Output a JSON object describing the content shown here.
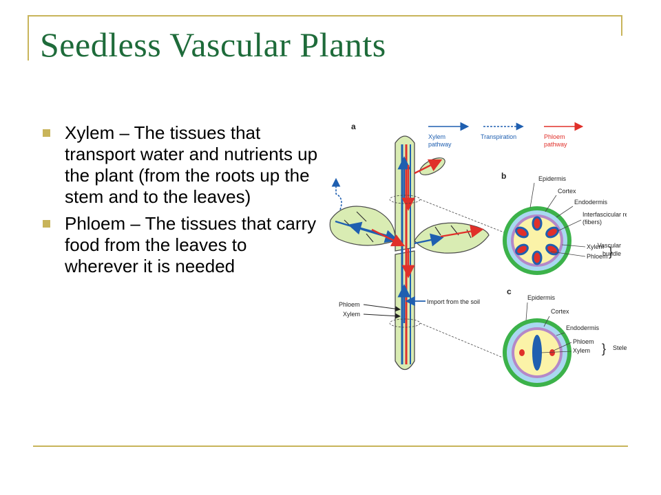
{
  "slide": {
    "title": "Seedless Vascular Plants",
    "bullets": [
      {
        "text": "Xylem – The tissues that transport water and nutrients up the plant (from the roots up the stem and to the leaves)"
      },
      {
        "text": "Phloem – The tissues that carry food from the leaves to wherever it is needed"
      }
    ]
  },
  "diagram": {
    "panel_a": "a",
    "panel_b": "b",
    "panel_c": "c",
    "legend": {
      "xylem_line1": "Xylem",
      "xylem_line2": "pathway",
      "transpiration": "Transpiration",
      "phloem_line1": "Phloem",
      "phloem_line2": "pathway"
    },
    "stem_labels": {
      "phloem": "Phloem",
      "xylem": "Xylem",
      "import": "Import from the soil"
    },
    "b_labels": {
      "epidermis": "Epidermis",
      "cortex": "Cortex",
      "endodermis": "Endodermis",
      "interfascicular_1": "Interfascicular region",
      "interfascicular_2": "(fibers)",
      "xylem": "Xylem",
      "phloem": "Phloem",
      "bundle_1": "Vascular",
      "bundle_2": "bundle"
    },
    "c_labels": {
      "epidermis": "Epidermis",
      "cortex": "Cortex",
      "endodermis": "Endodermis",
      "phloem": "Phloem",
      "xylem": "Xylem",
      "stele": "Stele"
    },
    "colors": {
      "xylem": "#1f5fb0",
      "phloem": "#e0302a",
      "stem_fill": "#d9ecb3",
      "epidermis": "#3cb24a",
      "cortex": "#a9d8f0",
      "endodermis": "#b488c8",
      "pith": "#fbf3a8"
    }
  },
  "theme": {
    "accent": "#c8b45a",
    "title_color": "#1e6b3a"
  }
}
